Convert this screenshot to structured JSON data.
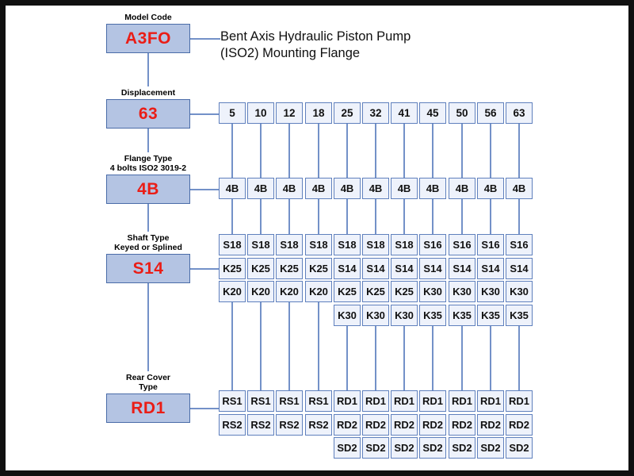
{
  "diagram": {
    "title": "Bent Axis Hydraulic Piston Pump\n(ISO2) Mounting Flange",
    "colors": {
      "stage_fill": "#b4c4e3",
      "stage_border": "#4a6ca8",
      "stage_text": "#ea1d16",
      "cell_fill": "#eef2fb",
      "cell_border": "#5f80bd",
      "connector": "#7391c8",
      "frame": "#101010"
    },
    "stages": [
      {
        "label": "Model Code",
        "value": "A3FO"
      },
      {
        "label": "Displacement",
        "value": "63"
      },
      {
        "label": "Flange Type\n4 bolts ISO2 3019-2",
        "value": "4B"
      },
      {
        "label": "Shaft Type\nKeyed or Splined",
        "value": "S14"
      },
      {
        "label": "Rear Cover\nType",
        "value": "RD1"
      }
    ],
    "displacement_row": [
      "5",
      "10",
      "12",
      "18",
      "25",
      "32",
      "41",
      "45",
      "50",
      "56",
      "63"
    ],
    "flange_row": [
      "4B",
      "4B",
      "4B",
      "4B",
      "4B",
      "4B",
      "4B",
      "4B",
      "4B",
      "4B",
      "4B"
    ],
    "shaft_matrix": [
      [
        "S18",
        "S18",
        "S18",
        "S18",
        "S18",
        "S18",
        "S18",
        "S16",
        "S16",
        "S16",
        "S16"
      ],
      [
        "K25",
        "K25",
        "K25",
        "K25",
        "S14",
        "S14",
        "S14",
        "S14",
        "S14",
        "S14",
        "S14"
      ],
      [
        "K20",
        "K20",
        "K20",
        "K20",
        "K25",
        "K25",
        "K25",
        "K30",
        "K30",
        "K30",
        "K30"
      ],
      [
        "",
        "",
        "",
        "",
        "K30",
        "K30",
        "K30",
        "K35",
        "K35",
        "K35",
        "K35"
      ]
    ],
    "rear_cover_matrix": [
      [
        "RS1",
        "RS1",
        "RS1",
        "RS1",
        "RD1",
        "RD1",
        "RD1",
        "RD1",
        "RD1",
        "RD1",
        "RD1"
      ],
      [
        "RS2",
        "RS2",
        "RS2",
        "RS2",
        "RD2",
        "RD2",
        "RD2",
        "RD2",
        "RD2",
        "RD2",
        "RD2"
      ],
      [
        "",
        "",
        "",
        "",
        "SD2",
        "SD2",
        "SD2",
        "SD2",
        "SD2",
        "SD2",
        "SD2"
      ]
    ]
  }
}
